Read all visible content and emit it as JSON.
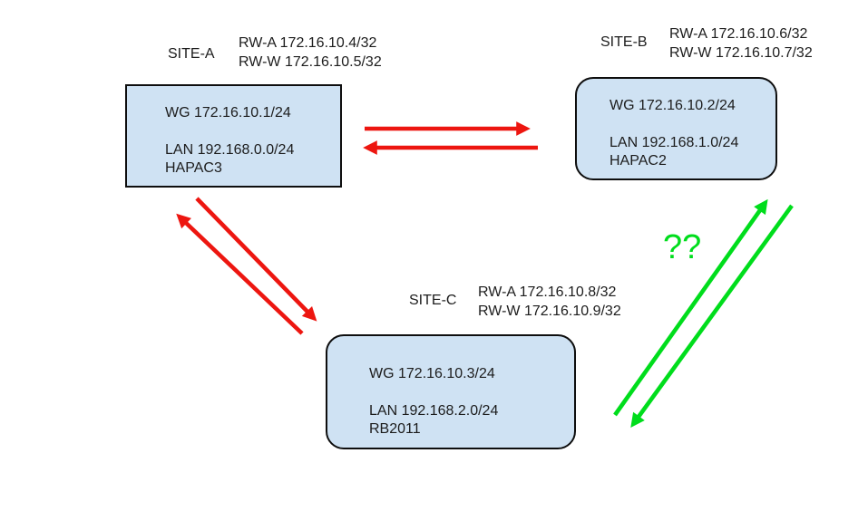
{
  "colors": {
    "background": "#ffffff",
    "text": "#1c1c1c",
    "box_fill": "#cfe2f3",
    "box_border": "#0e0e0e",
    "arrow_red": "#ed1610",
    "arrow_green": "#00dd1c"
  },
  "sites": [
    {
      "name": "SITE-A",
      "rw": [
        "RW-A 172.16.10.4/32",
        "RW-W 172.16.10.5/32"
      ],
      "wg": "WG 172.16.10.1/24",
      "lan": "LAN 192.168.0.0/24",
      "device": "HAPAC3"
    },
    {
      "name": "SITE-B",
      "rw": [
        "RW-A 172.16.10.6/32",
        "RW-W 172.16.10.7/32"
      ],
      "wg": "WG 172.16.10.2/24",
      "lan": "LAN 192.168.1.0/24",
      "device": "HAPAC2"
    },
    {
      "name": "SITE-C",
      "rw": [
        "RW-A 172.16.10.8/32",
        "RW-W 172.16.10.9/32"
      ],
      "wg": "WG 172.16.10.3/24",
      "lan": "LAN 192.168.2.0/24",
      "device": "RB2011"
    }
  ],
  "links": [
    {
      "between": "SITE-A and SITE-B",
      "color": "#ed1610",
      "label": ""
    },
    {
      "between": "SITE-A and SITE-C",
      "color": "#ed1610",
      "label": ""
    },
    {
      "between": "SITE-B and SITE-C",
      "color": "#00dd1c",
      "label": "??"
    }
  ]
}
